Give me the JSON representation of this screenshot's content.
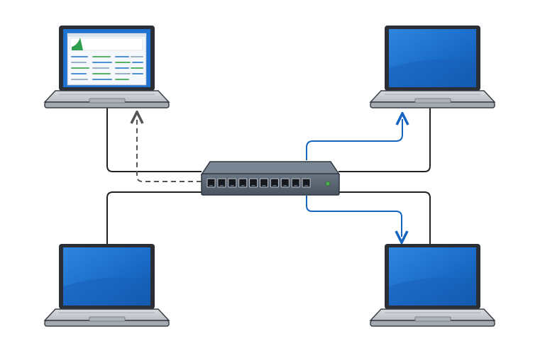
{
  "diagram": {
    "nodes": [
      {
        "id": "laptop-top-left",
        "kind": "laptop",
        "screen": "dashboard"
      },
      {
        "id": "laptop-top-right",
        "kind": "laptop",
        "screen": "blank"
      },
      {
        "id": "laptop-bottom-left",
        "kind": "laptop",
        "screen": "blank"
      },
      {
        "id": "laptop-bottom-right",
        "kind": "laptop",
        "screen": "blank"
      },
      {
        "id": "network-switch",
        "kind": "switch",
        "ports": 10,
        "status_led": "on"
      }
    ],
    "links": [
      {
        "from": "network-switch",
        "to": "laptop-top-left",
        "style": "solid"
      },
      {
        "from": "network-switch",
        "to": "laptop-top-right",
        "style": "solid"
      },
      {
        "from": "network-switch",
        "to": "laptop-bottom-left",
        "style": "solid"
      },
      {
        "from": "network-switch",
        "to": "laptop-bottom-right",
        "style": "solid"
      }
    ],
    "flows": [
      {
        "from": "network-switch",
        "to": "laptop-top-left",
        "style": "dashed",
        "color": "#555555"
      },
      {
        "from": "network-switch",
        "to": "laptop-top-right",
        "style": "solid",
        "color": "#1565c0"
      },
      {
        "from": "network-switch",
        "to": "laptop-bottom-right",
        "style": "solid",
        "color": "#1565c0"
      }
    ],
    "colors": {
      "screen_blue": "#1565c0",
      "screen_blue_light": "#3d8fe0",
      "laptop_body": "#c8ccd1",
      "switch_body": "#55606e",
      "cable": "#222222",
      "flow_blue": "#1565c0",
      "status_led": "#4caf50",
      "chart_green": "#2e9e4f"
    }
  }
}
